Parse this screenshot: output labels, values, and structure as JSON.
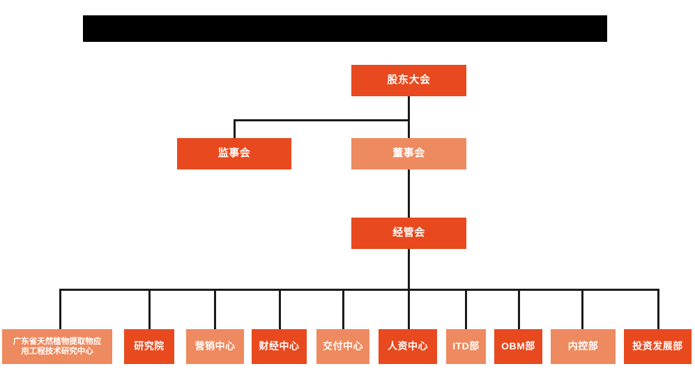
{
  "diagram": {
    "type": "org-chart",
    "title_bar": {
      "name": "redacted-title-banner",
      "label": "",
      "redacted": true,
      "color": "#000000"
    },
    "colors": {
      "dark_orange": "#E8491E",
      "light_orange": "#EE8A5F",
      "line": "#1a1a1a",
      "text": "#FFFFFF",
      "background": "#FFFFFF"
    },
    "levels": [
      {
        "level": 1,
        "nodes": [
          {
            "id": "shareholders",
            "label": "股东大会",
            "style": "dark"
          }
        ]
      },
      {
        "level": 2,
        "nodes": [
          {
            "id": "supervisors",
            "label": "监事会",
            "style": "dark"
          },
          {
            "id": "directors",
            "label": "董事会",
            "style": "light"
          }
        ]
      },
      {
        "level": 3,
        "nodes": [
          {
            "id": "management",
            "label": "经管会",
            "style": "dark"
          }
        ]
      },
      {
        "level": 4,
        "nodes": [
          {
            "id": "research-center-gd",
            "label": "广东省天然植物提取物应用工程技术研究中心",
            "line1": "广东省天然植物提取物应",
            "line2": "用工程技术研究中心",
            "style": "light"
          },
          {
            "id": "research-institute",
            "label": "研究院",
            "style": "dark"
          },
          {
            "id": "marketing-center",
            "label": "营销中心",
            "style": "light"
          },
          {
            "id": "finance-center",
            "label": "财经中心",
            "style": "dark"
          },
          {
            "id": "delivery-center",
            "label": "交付中心",
            "style": "light"
          },
          {
            "id": "hr-center",
            "label": "人资中心",
            "style": "dark"
          },
          {
            "id": "itd-dept",
            "label": "ITD部",
            "style": "light"
          },
          {
            "id": "obm-dept",
            "label": "OBM部",
            "style": "dark"
          },
          {
            "id": "internal-control-dept",
            "label": "内控部",
            "style": "light"
          },
          {
            "id": "investment-dev-dept",
            "label": "投资发展部",
            "style": "dark"
          }
        ]
      }
    ]
  }
}
